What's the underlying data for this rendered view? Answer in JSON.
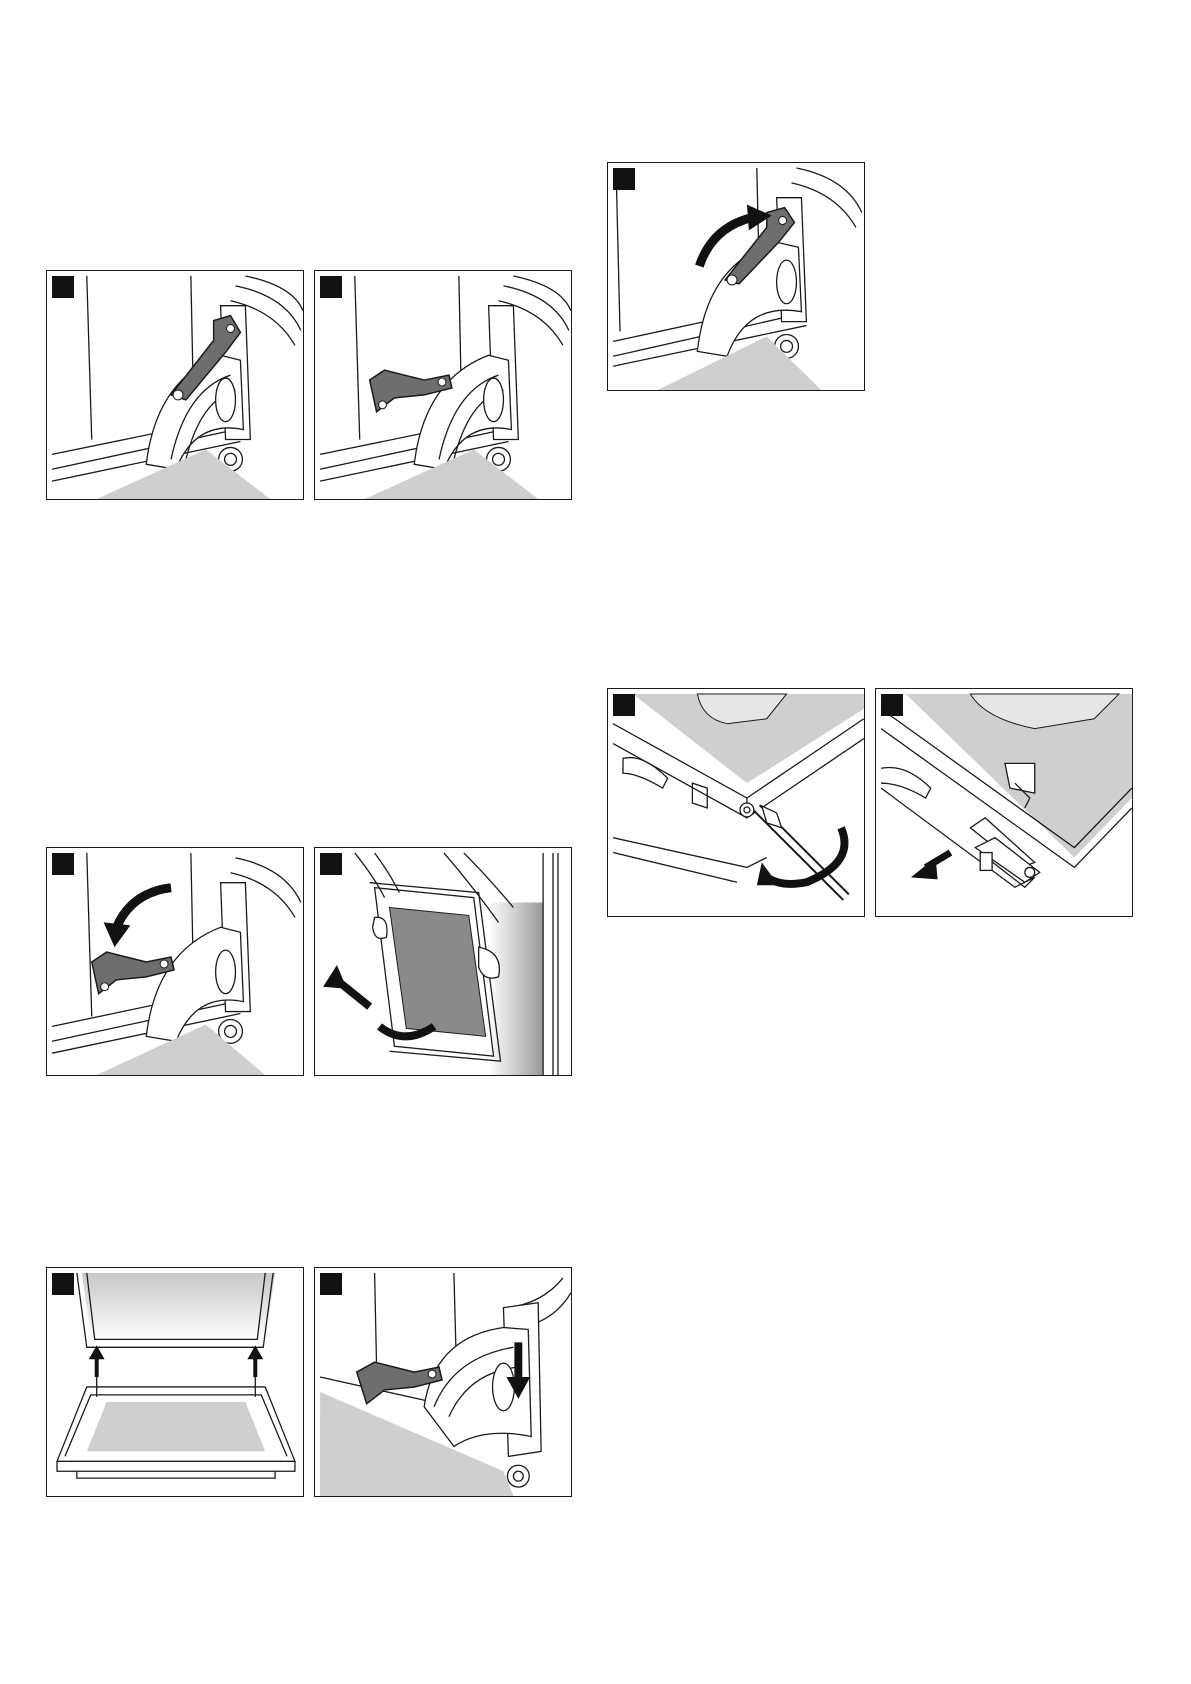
{
  "page": {
    "background": "#ffffff"
  },
  "colors": {
    "outline": "#1a1a1a",
    "lever": "#6e6e6e",
    "floor": "#cfcfcf",
    "badge": "#111111"
  },
  "figures": [
    {
      "id": "fig-1",
      "icon": "hinge-lever-upright-icon",
      "caption": ""
    },
    {
      "id": "fig-2",
      "icon": "hinge-lever-folded-icon",
      "caption": ""
    },
    {
      "id": "fig-3",
      "icon": "hinge-lever-fold-arrow-icon",
      "caption": ""
    },
    {
      "id": "fig-4",
      "icon": "oven-door-removal-icon",
      "caption": ""
    },
    {
      "id": "fig-5",
      "icon": "door-glass-insert-icon",
      "caption": ""
    },
    {
      "id": "fig-6",
      "icon": "hinge-insert-down-arrow-icon",
      "caption": ""
    },
    {
      "id": "fig-7",
      "icon": "hinge-lever-raise-arrow-icon",
      "caption": ""
    },
    {
      "id": "fig-8",
      "icon": "screwdriver-unscrew-icon",
      "caption": ""
    },
    {
      "id": "fig-9",
      "icon": "door-strip-pull-icon",
      "caption": ""
    }
  ]
}
